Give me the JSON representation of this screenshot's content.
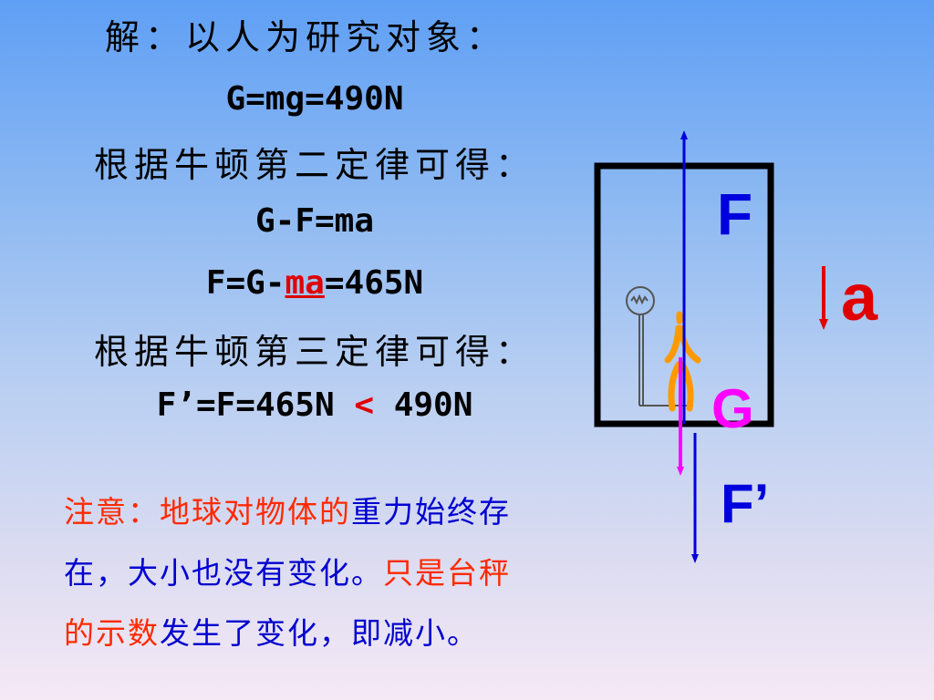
{
  "solution": {
    "line1": "解：以人为研究对象：",
    "line2": "G=mg=490N",
    "line3": "根据牛顿第二定律可得：",
    "line4": "G-F=ma",
    "line5_pre": "F=G-",
    "line5_ma": "ma",
    "line5_post": "=465N",
    "line6": "根据牛顿第三定律可得：",
    "line7_pre": "F’=F=465N ",
    "line7_lt": "<",
    "line7_post": " 490N"
  },
  "note": {
    "l1_red": "注意：地球对物体的",
    "l1_blue": "重力始终存",
    "l2_blue": "在，大小也没有变化。",
    "l2_red": "只是台秤",
    "l3_red": "的示数",
    "l3_blue": "发生了变化，即减小。"
  },
  "diagram": {
    "label_F": "F",
    "label_a": "a",
    "label_G": "G",
    "label_Fprime": "F’"
  },
  "colors": {
    "magenta": "#ff00ff",
    "blue": "#0000dd",
    "red": "#e00000",
    "orange": "#ff9900"
  }
}
